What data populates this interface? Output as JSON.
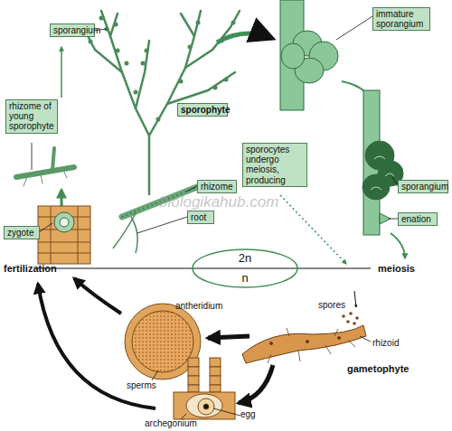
{
  "diagram": {
    "nodes": [
      {
        "text": [
          "sporangium"
        ]
      },
      {
        "text": [
          "immature sporangium"
        ]
      },
      {
        "text": [
          "rhizome of young sporophyte"
        ]
      },
      {
        "text": [
          "sporophyte"
        ]
      },
      {
        "text": [
          "sporocytes undergo meiosis, producing"
        ]
      },
      {
        "text": [
          "sporangium"
        ]
      },
      {
        "text": [
          "rhizome"
        ]
      },
      {
        "text": [
          "enation"
        ]
      },
      {
        "text": [
          "root"
        ]
      },
      {
        "text": [
          "zygote"
        ]
      },
      {
        "text": [
          "2n",
          "n"
        ]
      }
    ],
    "labels": [
      "fertilization",
      "meiosis",
      "antheridium",
      "spores",
      "rhizoid",
      "sperms",
      "gametophyte",
      "archegonium",
      "egg",
      "biologikahub.com"
    ]
  }
}
